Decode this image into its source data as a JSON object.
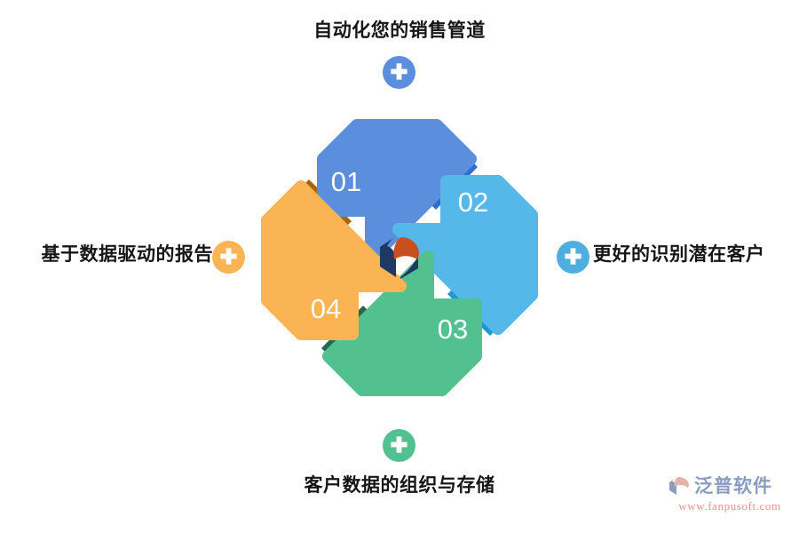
{
  "diagram": {
    "type": "cycle",
    "title": "自动化您的销售管道",
    "center_logo_name": "fanpu-center-logo",
    "labels": {
      "top": "自动化您的销售管道",
      "right": "更好的识别潜在客户",
      "bottom": "客户数据的组织与存储",
      "left": "基于数据驱动的报告"
    },
    "badges": {
      "top": {
        "icon": "plus-icon",
        "color": "#5b8fdd"
      },
      "right": {
        "icon": "plus-icon",
        "color": "#4eaee0"
      },
      "bottom": {
        "icon": "plus-icon",
        "color": "#52c08f"
      },
      "left": {
        "icon": "plus-icon",
        "color": "#fbb454"
      }
    },
    "steps": [
      {
        "number": "01",
        "position": "top-left",
        "label": "自动化您的销售管道",
        "color": "#5b8fdd",
        "shadow_color": "#2a6fd4"
      },
      {
        "number": "02",
        "position": "top-right",
        "label": "更好的识别潜在客户",
        "color": "#55b8e8",
        "shadow_color": "#2196d3"
      },
      {
        "number": "03",
        "position": "bottom-right",
        "label": "客户数据的组织与存储",
        "color": "#52c08f",
        "shadow_color": "#26684c"
      },
      {
        "number": "04",
        "position": "bottom-left",
        "label": "基于数据驱动的报告",
        "color": "#fbb454",
        "shadow_color": "#a6650a"
      }
    ]
  },
  "watermark": {
    "brand": "泛普软件",
    "url": "www.fanpusoft.com",
    "brand_color": "#8b9cc0",
    "url_color": "#e6938a"
  }
}
